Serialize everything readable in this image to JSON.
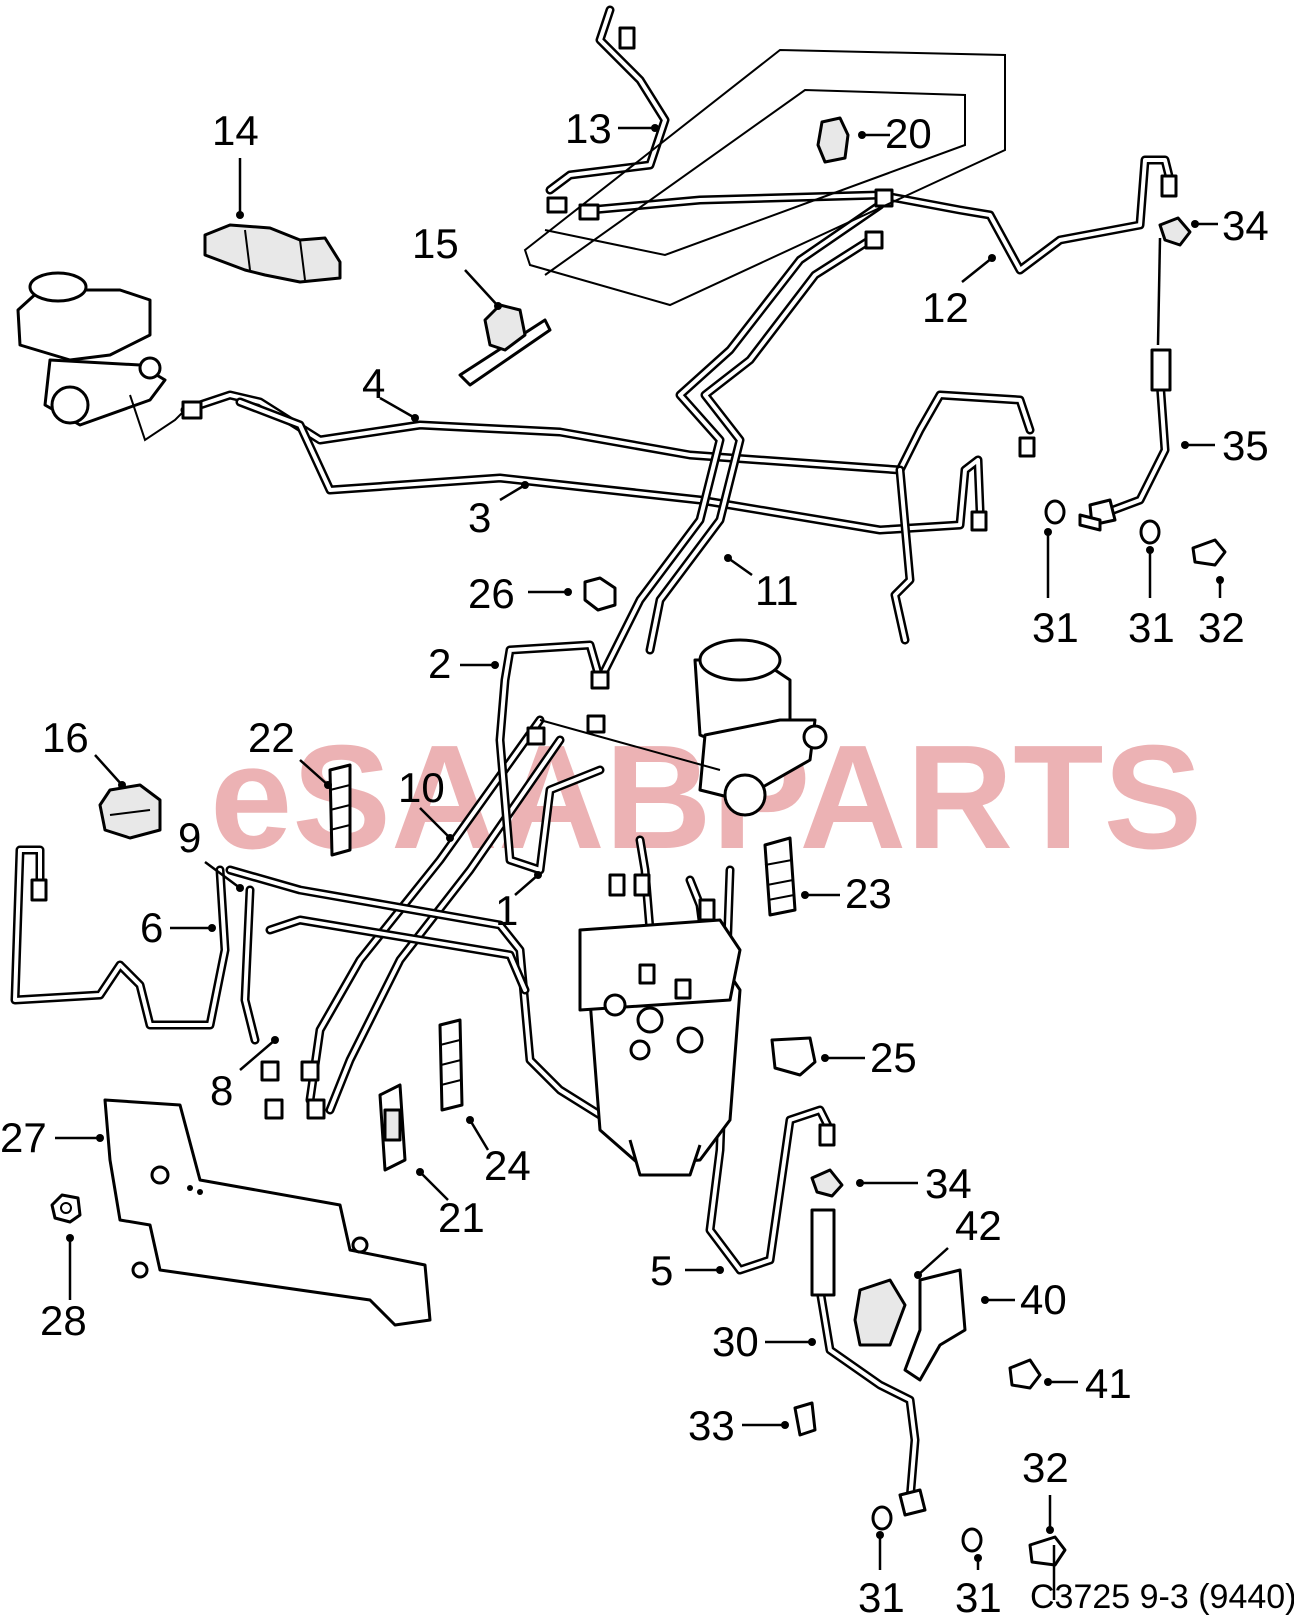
{
  "watermark": "eSAABPARTS",
  "caption": "C3725 9-3 (9440)",
  "callouts": {
    "p1": "1",
    "p2": "2",
    "p3": "3",
    "p4": "4",
    "p5": "5",
    "p6": "6",
    "p8": "8",
    "p9": "9",
    "p10": "10",
    "p11": "11",
    "p12": "12",
    "p13": "13",
    "p14": "14",
    "p15": "15",
    "p16": "16",
    "p20": "20",
    "p21": "21",
    "p22": "22",
    "p23": "23",
    "p24": "24",
    "p25": "25",
    "p26": "26",
    "p27": "27",
    "p28": "28",
    "p30": "30",
    "p31a": "31",
    "p31b": "31",
    "p31c": "31",
    "p31d": "31",
    "p32a": "32",
    "p32b": "32",
    "p33": "33",
    "p34a": "34",
    "p34b": "34",
    "p35": "35",
    "p40": "40",
    "p41": "41",
    "p42": "42"
  }
}
